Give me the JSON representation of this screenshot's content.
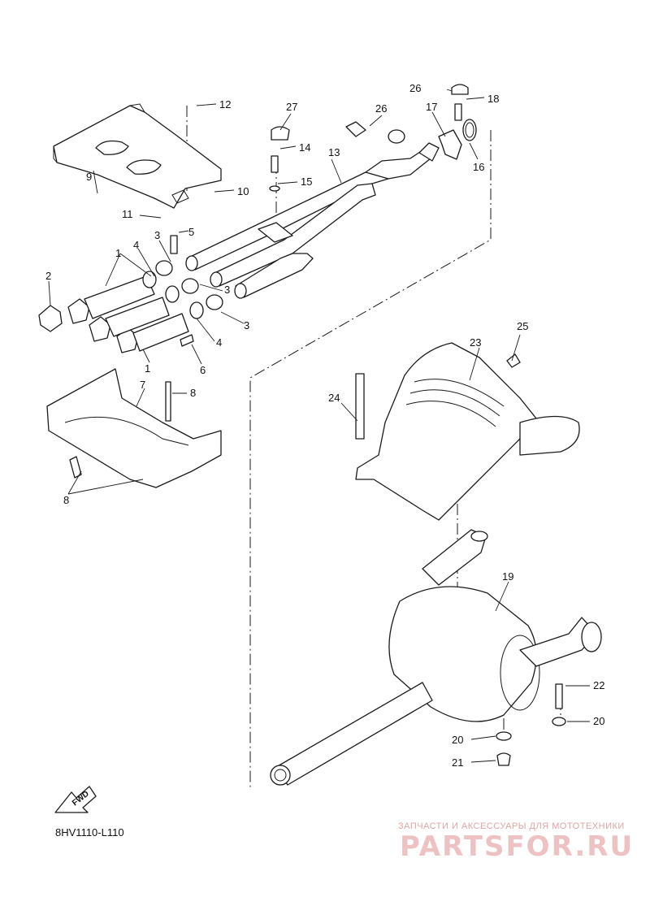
{
  "diagram": {
    "part_code": "8HV1110-L110",
    "fwd_label": "FWD",
    "watermark_caption": "ЗАПЧАСТИ И АКСЕССУАРЫ ДЛЯ МОТОТЕХНИКИ",
    "watermark_logo": "PARTSFOR.RU",
    "callouts": [
      "1",
      "1",
      "2",
      "3",
      "3",
      "3",
      "4",
      "4",
      "5",
      "6",
      "7",
      "8",
      "8",
      "9",
      "10",
      "11",
      "12",
      "13",
      "14",
      "15",
      "16",
      "17",
      "18",
      "19",
      "20",
      "20",
      "21",
      "22",
      "23",
      "24",
      "25",
      "26",
      "27"
    ]
  }
}
